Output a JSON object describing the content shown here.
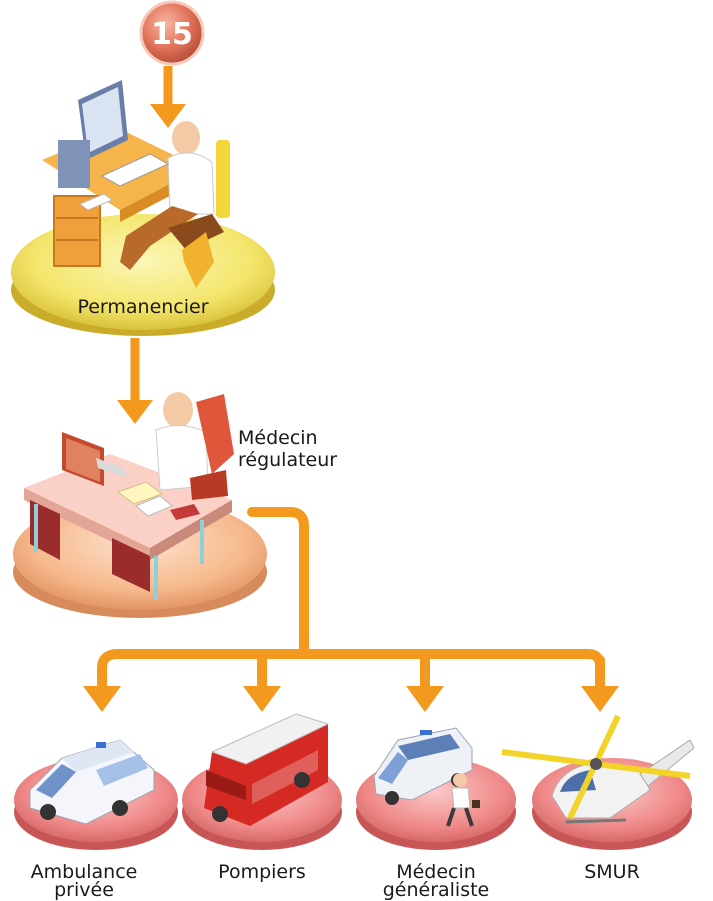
{
  "badge": {
    "number": "15"
  },
  "nodes": {
    "permanencier": {
      "label": "Permanencier"
    },
    "medecin_regulateur": {
      "line1": "Médecin",
      "line2": "régulateur"
    },
    "ambulance": {
      "line1": "Ambulance",
      "line2": "privée"
    },
    "pompiers": {
      "line1": "Pompiers"
    },
    "medecin_generaliste": {
      "line1": "Médecin",
      "line2": "généraliste"
    },
    "smur": {
      "line1": "SMUR"
    }
  },
  "colors": {
    "arrow": "#f39a1e",
    "permanencier_disc": "#f3e56a",
    "regulateur_disc": "#f6b98b",
    "response_disc": "#f08a8a",
    "badge": "#e2735a"
  }
}
